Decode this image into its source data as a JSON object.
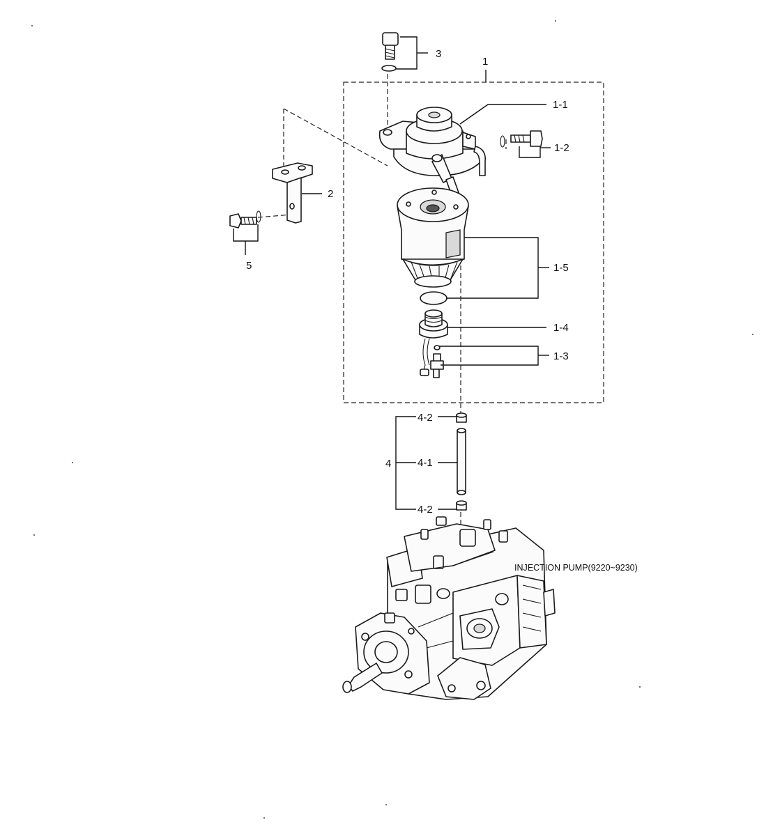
{
  "callouts": {
    "c1": "1",
    "c1_1": "1-1",
    "c1_2": "1-2",
    "c1_3": "1-3",
    "c1_4": "1-4",
    "c1_5": "1-5",
    "c2": "2",
    "c3": "3",
    "c4": "4",
    "c4_1": "4-1",
    "c4_2_top": "4-2",
    "c4_2_bottom": "4-2",
    "c5": "5"
  },
  "note": "INJECTION PUMP(9220~9230)"
}
